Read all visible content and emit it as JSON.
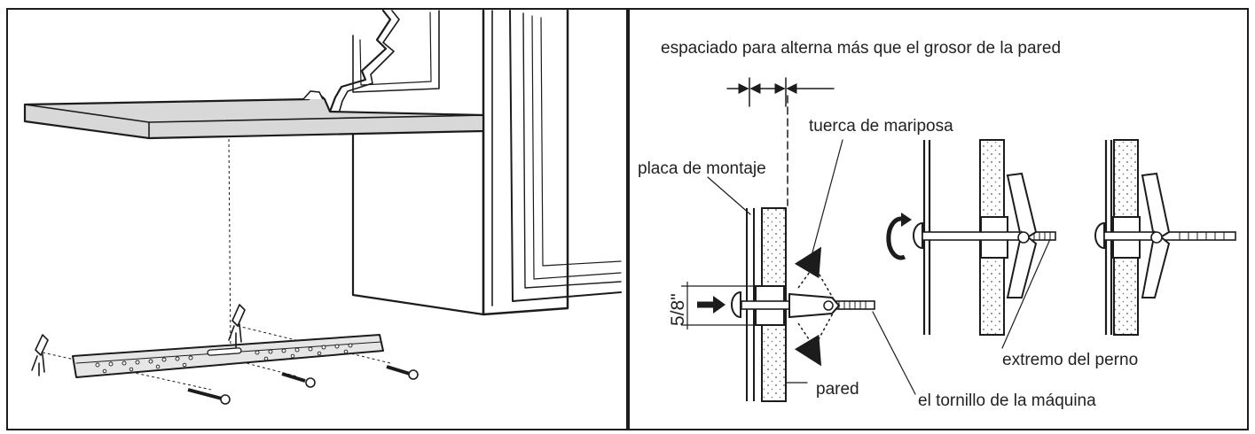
{
  "labels": {
    "spacing": "espaciado para alterna más que el grosor de la pared",
    "wing_nut": "tuerca de mariposa",
    "mounting_plate": "placa de montaje",
    "dimension": "5/8\"",
    "bolt_end": "extremo del perno",
    "wall": "pared",
    "machine_screw": "el tornillo de la máquina"
  }
}
